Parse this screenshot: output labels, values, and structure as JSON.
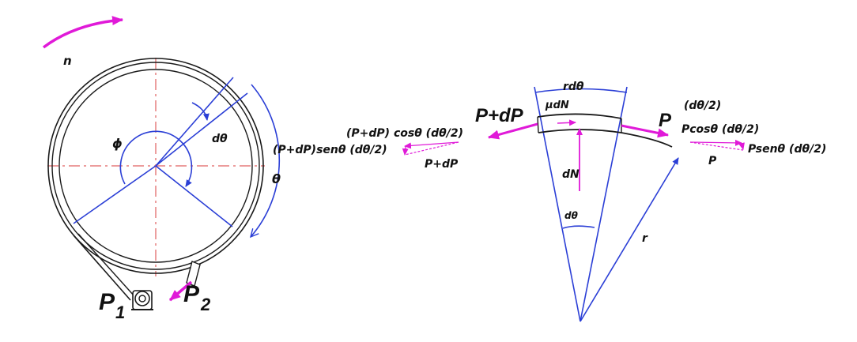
{
  "labels": {
    "n": "n",
    "phi": "ϕ",
    "dtheta_left": "dθ",
    "theta": "θ",
    "p1": "P",
    "p1_sub": "1",
    "p2": "P",
    "p2_sub": "2",
    "p_plus_dp_main": "P+dP",
    "mu_dn": "μdN",
    "r_dtheta": "rdθ",
    "p_main": "P",
    "dtheta_half_top": "(dθ/2)",
    "p_plus_dp_cos": "(P+dP) cosθ (dθ/2)",
    "p_plus_dp_sen": "(P+dP)senθ (dθ/2)",
    "p_plus_dp_small": "P+dP",
    "p_cos": "Pcosθ (dθ/2)",
    "p_sen": "Psenθ (dθ/2)",
    "p_small": "P",
    "dn": "dN",
    "dtheta_bottom": "dθ",
    "r": "r"
  },
  "colors": {
    "force_arrows": "#e01ad8",
    "geometry_lines": "#2b3fd6",
    "center_lines": "#e06060",
    "outline": "#1a1a1a"
  }
}
